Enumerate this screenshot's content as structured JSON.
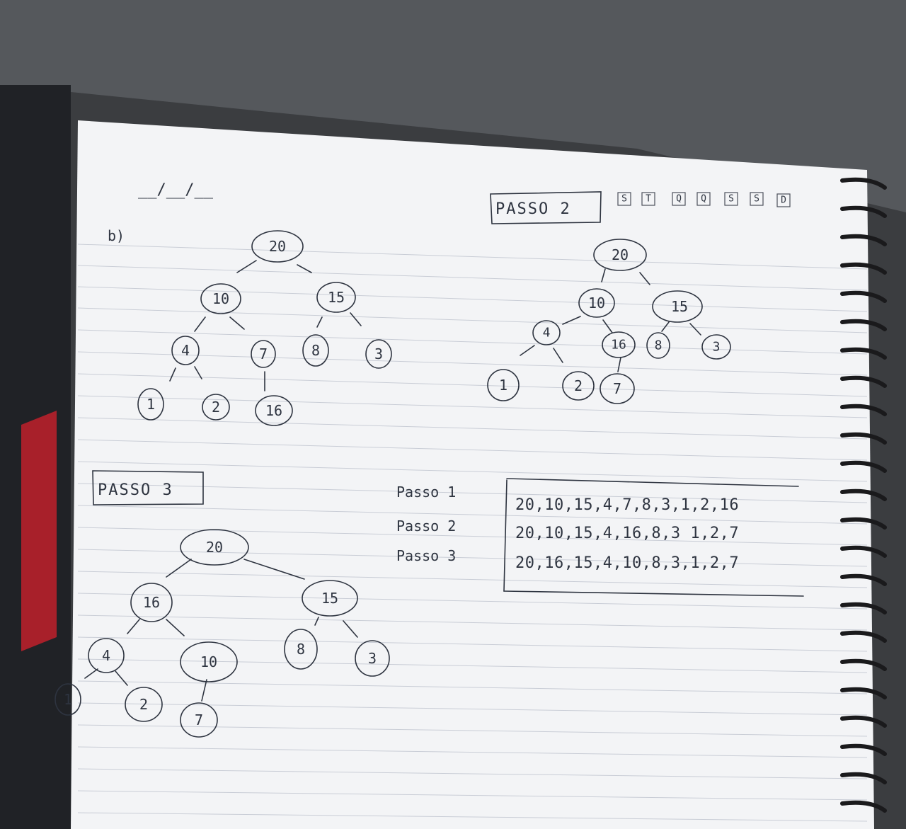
{
  "notebook": {
    "date_field": "__/__/__",
    "weekday_boxes": [
      "S",
      "T",
      "Q",
      "Q",
      "S",
      "S",
      "D"
    ],
    "section_label": "b)"
  },
  "tree_initial": {
    "nodes": {
      "root": "20",
      "l": "10",
      "r": "15",
      "ll": "4",
      "lr": "7",
      "rl": "8",
      "rr": "3",
      "lll": "1",
      "llr": "2",
      "lrl": "16"
    }
  },
  "step2": {
    "title": "PASSO 2",
    "nodes": {
      "root": "20",
      "l": "10",
      "r": "15",
      "ll": "4",
      "lr": "16",
      "rl": "8",
      "rr": "3",
      "lll": "1",
      "llr": "2",
      "lrl": "7"
    }
  },
  "step3": {
    "title": "PASSO 3",
    "nodes": {
      "root": "20",
      "l": "16",
      "r": "15",
      "ll": "4",
      "lr": "10",
      "rl": "8",
      "rr": "3",
      "lll": "1",
      "llr": "2",
      "lrl": "7"
    }
  },
  "summary": {
    "rows": [
      {
        "label": "Passo 1",
        "sequence": "20,10,15,4,7,8,3,1,2,16"
      },
      {
        "label": "Passo 2",
        "sequence": "20,10,15,4,16,8,3 1,2,7"
      },
      {
        "label": "Passo 3",
        "sequence": "20,16,15,4,10,8,3,1,2,7"
      }
    ]
  }
}
